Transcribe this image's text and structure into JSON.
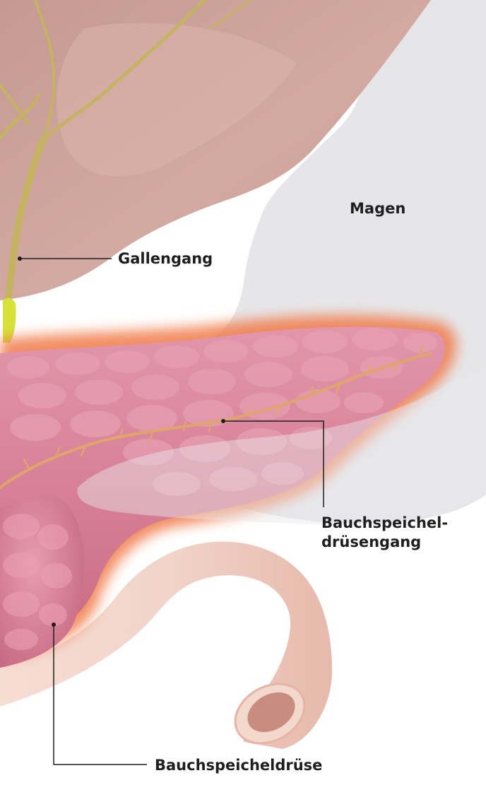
{
  "labels": {
    "magen": "Magen",
    "gallengang": "Gallengang",
    "bauchspeicheldruesengang_line1": "Bauchspeichel-",
    "bauchspeicheldruesengang_line2": "drüsengang",
    "bauchspeicheldruese": "Bauchspeicheldrüse"
  },
  "colors": {
    "stomach": "#c89d94",
    "stomach_shadow": "#e2e2e6",
    "bile_duct": "#c5b262",
    "bile_duct_highlight": "#d6e23a",
    "pancreas": "#d77f96",
    "pancreas_glow": "#f0703f",
    "pancreatic_duct": "#e0a56a",
    "duodenum": "#f0d2c8",
    "leader_line": "#1e1e1e"
  }
}
